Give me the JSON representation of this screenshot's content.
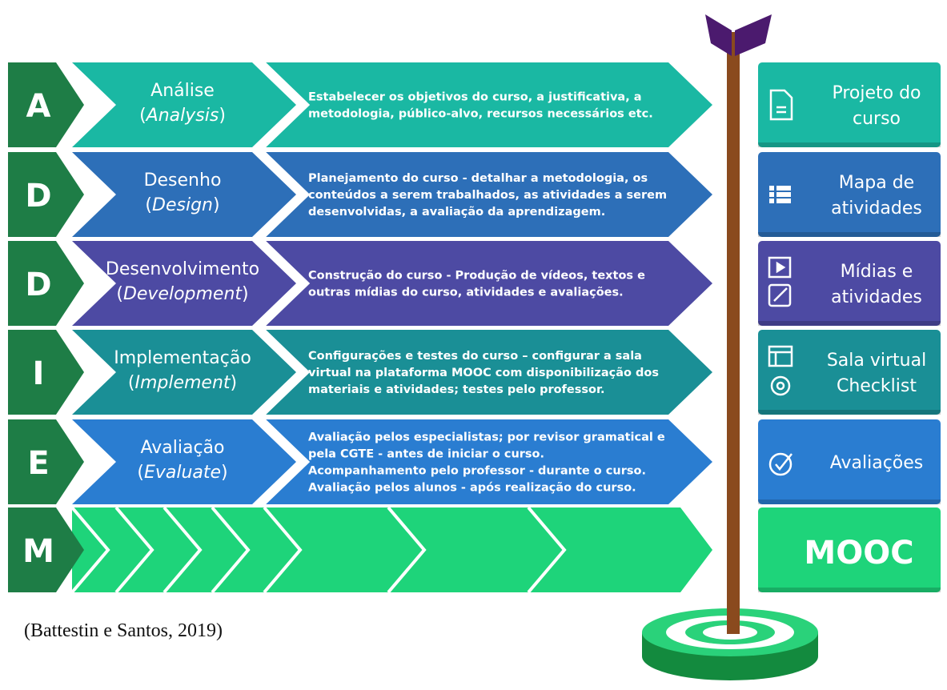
{
  "colors": {
    "dark_green": "#1e7d46",
    "row_A": "#1ab8a3",
    "row_D1": "#2d6fb8",
    "row_D2": "#4d4aa3",
    "row_I": "#1a8f96",
    "row_E": "#2a7dd1",
    "row_M": "#1ed47a",
    "shaft": "#8a4a1e",
    "fletch": "#4b1a6e"
  },
  "rows": [
    {
      "letter": "A",
      "phase": "Análise",
      "phase_en": "Analysis",
      "desc": [
        "Estabelecer os objetivos do curso, a justificativa, a",
        "metodologia, público-alvo, recursos necessários etc."
      ],
      "output": [
        "Projeto do",
        "curso"
      ],
      "icon": "document-icon",
      "color": "#1ab8a3",
      "out_color": "#1ab8a3"
    },
    {
      "letter": "D",
      "phase": "Desenho",
      "phase_en": "Design",
      "desc": [
        "Planejamento do curso - detalhar a metodologia, os",
        "conteúdos a serem trabalhados, as atividades a serem",
        "desenvolvidas, a avaliação da aprendizagem."
      ],
      "output": [
        "Mapa de",
        "atividades"
      ],
      "icon": "list-icon",
      "color": "#2d6fb8",
      "out_color": "#2d6fb8"
    },
    {
      "letter": "D",
      "phase": "Desenvolvimento",
      "phase_en": "Development",
      "desc": [
        "Construção do curso - Produção de vídeos, textos e",
        "outras mídias do curso, atividades e avaliações."
      ],
      "output": [
        "Mídias e",
        "atividades"
      ],
      "icon": "media-icon",
      "color": "#4d4aa3",
      "out_color": "#4d4aa3"
    },
    {
      "letter": "I",
      "phase": "Implementação",
      "phase_en": "Implement",
      "desc": [
        "Configurações e testes do curso – configurar a sala",
        "virtual na plataforma MOOC com disponibilização dos",
        "materiais e atividades; testes pelo professor."
      ],
      "output": [
        "Sala virtual",
        "Checklist"
      ],
      "icon": "settings-icon",
      "color": "#1a8f96",
      "out_color": "#1a8f96"
    },
    {
      "letter": "E",
      "phase": "Avaliação",
      "phase_en": "Evaluate",
      "desc": [
        "Avaliação pelos especialistas; por revisor gramatical e",
        "pela CGTE - antes de iniciar o curso.",
        "Acompanhamento pelo professor - durante o curso.",
        "Avaliação pelos alunos - após realização do curso."
      ],
      "output": [
        "Avaliações"
      ],
      "icon": "check-icon",
      "color": "#2a7dd1",
      "out_color": "#2a7dd1"
    },
    {
      "letter": "M",
      "phase": "",
      "phase_en": "",
      "desc": [],
      "output": [
        "MOOC"
      ],
      "icon": "",
      "color": "#1ed47a",
      "out_color": "#1ed47a"
    }
  ],
  "caption": "(Battestin e Santos, 2019)"
}
